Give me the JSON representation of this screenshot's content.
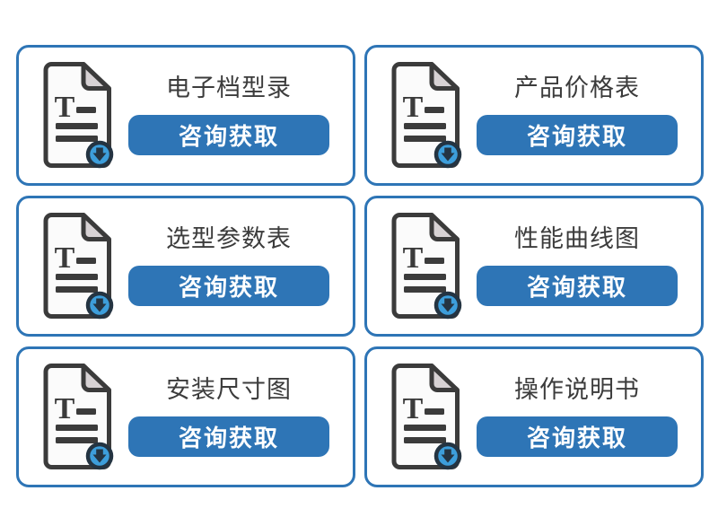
{
  "colors": {
    "card_border_blue": "#2e75b6",
    "button_blue": "#2e75b6",
    "button_text": "#ffffff",
    "title_text": "#3c3c3c",
    "icon_outline_dark": "#3b3b3b",
    "icon_page_fill": "#fbfbfb",
    "icon_fold_fill": "#d7d2d4",
    "badge_blue": "#3d9edb",
    "badge_dark": "#243442"
  },
  "cards": [
    {
      "title": "电子档型录",
      "button_label": "咨询获取"
    },
    {
      "title": "产品价格表",
      "button_label": "咨询获取"
    },
    {
      "title": "选型参数表",
      "button_label": "咨询获取"
    },
    {
      "title": "性能曲线图",
      "button_label": "咨询获取"
    },
    {
      "title": "安装尺寸图",
      "button_label": "咨询获取"
    },
    {
      "title": "操作说明书",
      "button_label": "咨询获取"
    }
  ]
}
